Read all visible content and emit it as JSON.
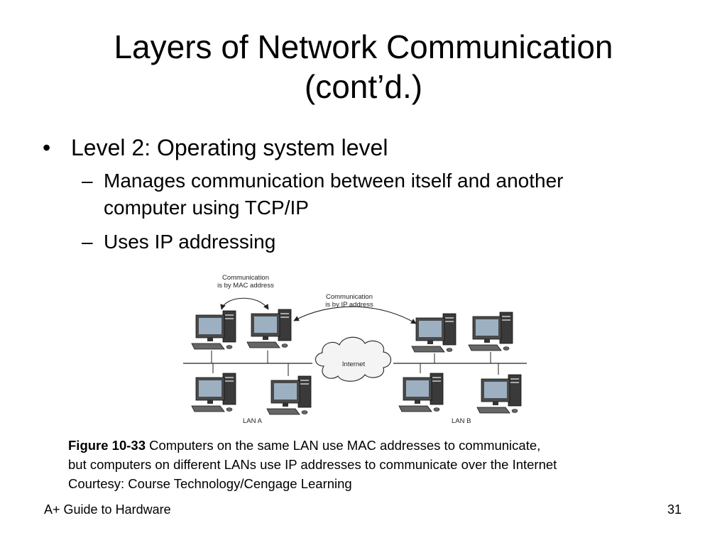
{
  "slide": {
    "title_line1": "Layers of Network Communication",
    "title_line2": "(cont’d.)",
    "bullet": {
      "mark": "•",
      "text": "Level 2: Operating system level"
    },
    "sub_bullets": [
      {
        "dash": "–",
        "line1": "Manages communication between itself and another",
        "line2": "computer using TCP/IP"
      },
      {
        "dash": "–",
        "line1": "Uses IP addressing"
      }
    ]
  },
  "figure": {
    "label_mac_line1": "Communication",
    "label_mac_line2": "is by MAC address",
    "label_ip_line1": "Communication",
    "label_ip_line2": "is by IP address",
    "cloud_label": "Internet",
    "lan_a": "LAN A",
    "lan_b": "LAN B"
  },
  "caption": {
    "figure_ref": "Figure 10-33",
    "line1_rest": " Computers on the same LAN use MAC addresses to communicate,",
    "line2": "but computers on different LANs use IP addresses to communicate over the Internet",
    "line3": "Courtesy: Course Technology/Cengage Learning"
  },
  "footer": {
    "book": "A+ Guide to Hardware",
    "page_number": "31"
  }
}
